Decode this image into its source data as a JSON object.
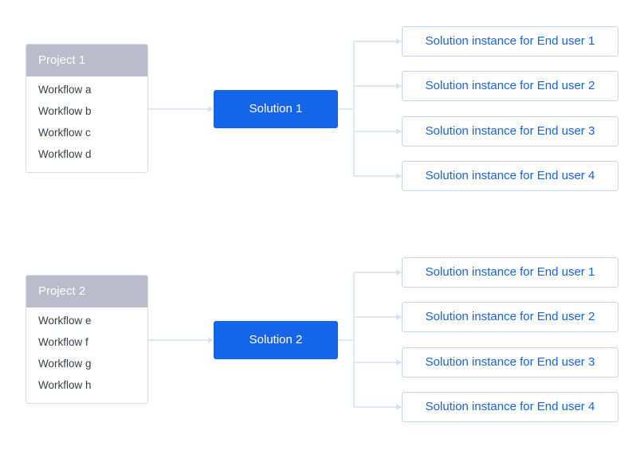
{
  "colors": {
    "project_header": "#bbbcca",
    "solution": "#1565e8",
    "instance_text": "#1565e8",
    "instance_border": "#c6d7f3",
    "connector": "#d6e1f3"
  },
  "groups": [
    {
      "project": {
        "title": "Project 1",
        "workflows": [
          "Workflow a",
          "Workflow b",
          "Workflow c",
          "Workflow d"
        ]
      },
      "solution": "Solution 1",
      "instances": [
        "Solution instance for End user 1",
        "Solution instance for End user 2",
        "Solution instance for End user 3",
        "Solution instance for End user 4"
      ]
    },
    {
      "project": {
        "title": "Project 2",
        "workflows": [
          "Workflow e",
          "Workflow f",
          "Workflow g",
          "Workflow h"
        ]
      },
      "solution": "Solution 2",
      "instances": [
        "Solution instance for End user 1",
        "Solution instance for End user 2",
        "Solution instance for End user 3",
        "Solution instance for End user 4"
      ]
    }
  ]
}
